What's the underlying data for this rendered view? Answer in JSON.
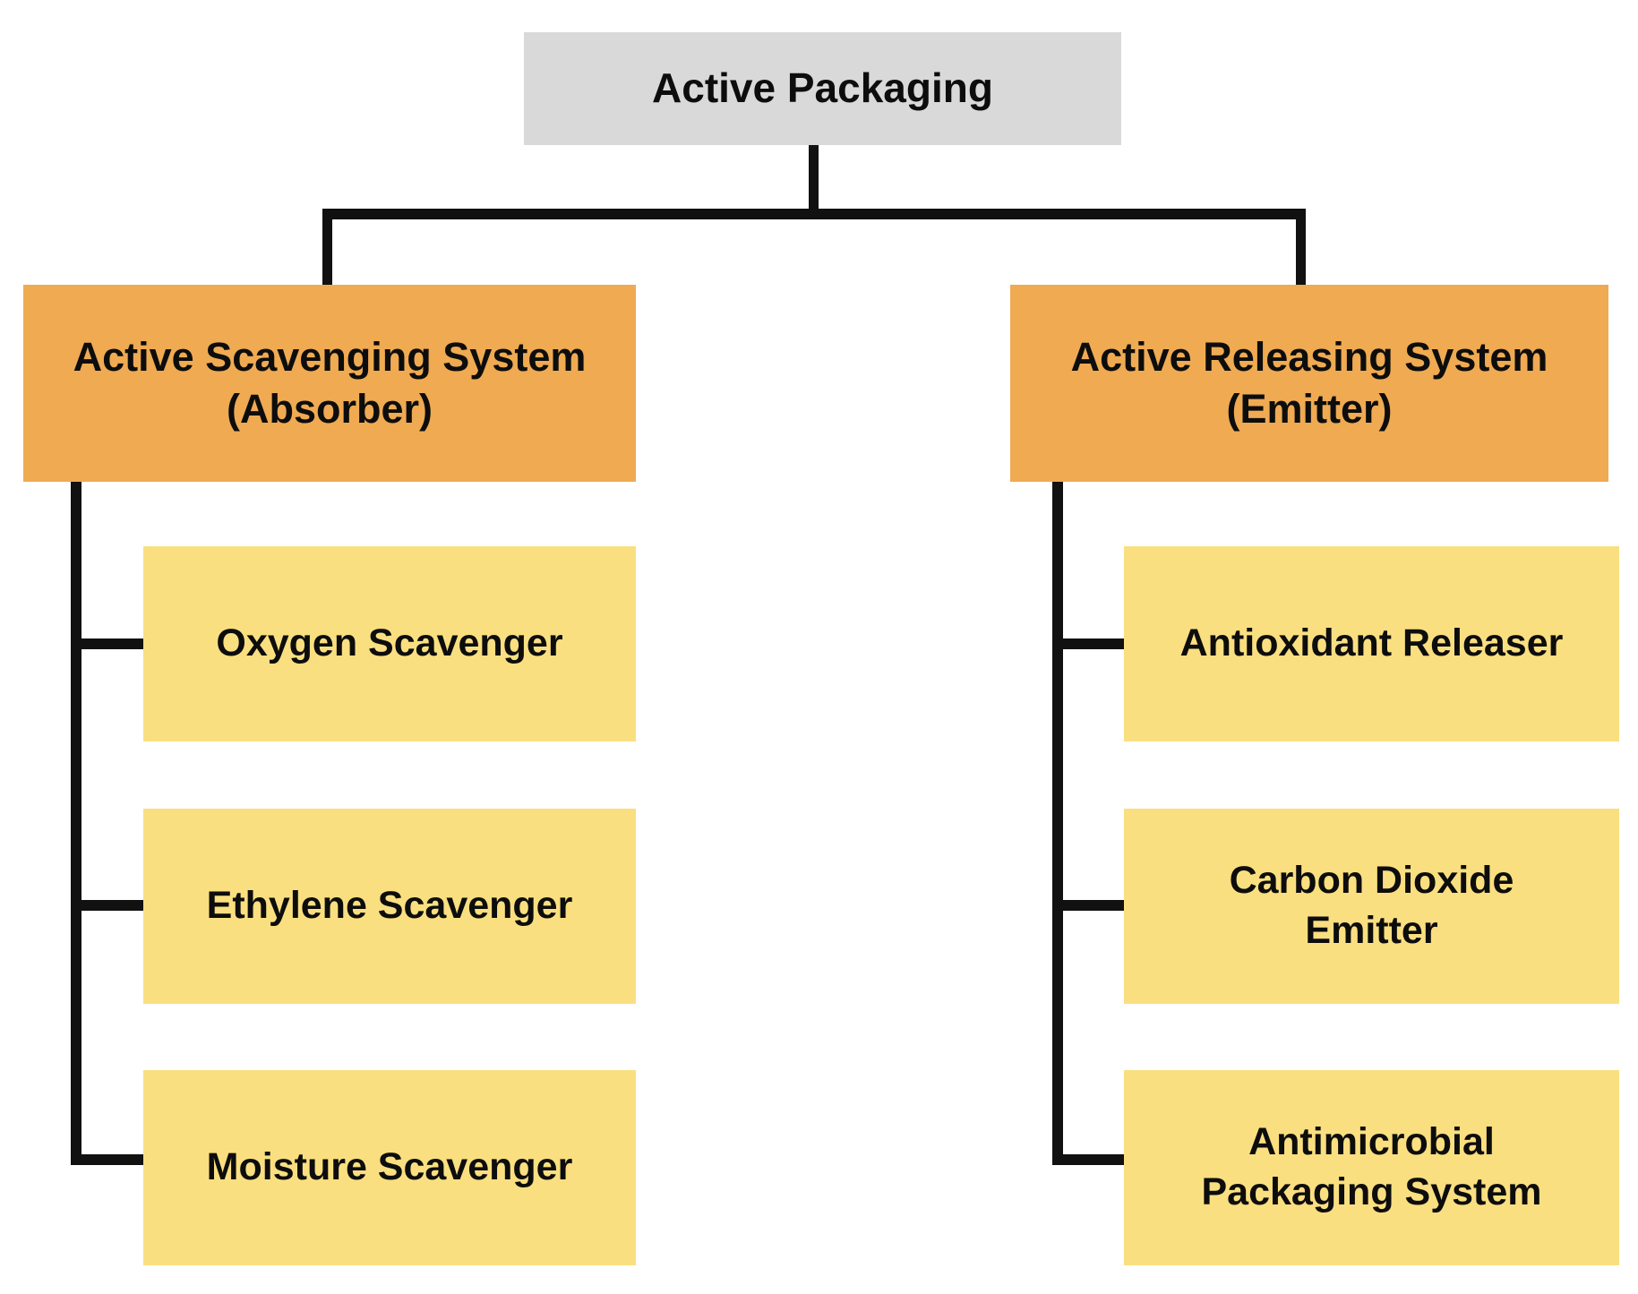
{
  "diagram": {
    "title": "Active Packaging",
    "type": "hierarchy-tree",
    "colors": {
      "root_fill": "#d9d9d9",
      "category_fill": "#efaa52",
      "leaf_fill": "#fadf80",
      "connector": "#111111",
      "text": "#0d0d0d",
      "background": "#ffffff"
    },
    "root": {
      "label": "Active Packaging"
    },
    "branches": [
      {
        "id": "scavenging",
        "label_line1": "Active Scavenging System",
        "label_line2": "(Absorber)",
        "children": [
          {
            "label_line1": "Oxygen Scavenger",
            "label_line2": ""
          },
          {
            "label_line1": "Ethylene Scavenger",
            "label_line2": ""
          },
          {
            "label_line1": "Moisture Scavenger",
            "label_line2": ""
          }
        ]
      },
      {
        "id": "releasing",
        "label_line1": "Active Releasing System",
        "label_line2": "(Emitter)",
        "children": [
          {
            "label_line1": "Antioxidant Releaser",
            "label_line2": ""
          },
          {
            "label_line1": "Carbon Dioxide",
            "label_line2": "Emitter"
          },
          {
            "label_line1": "Antimicrobial",
            "label_line2": "Packaging System"
          }
        ]
      }
    ]
  }
}
